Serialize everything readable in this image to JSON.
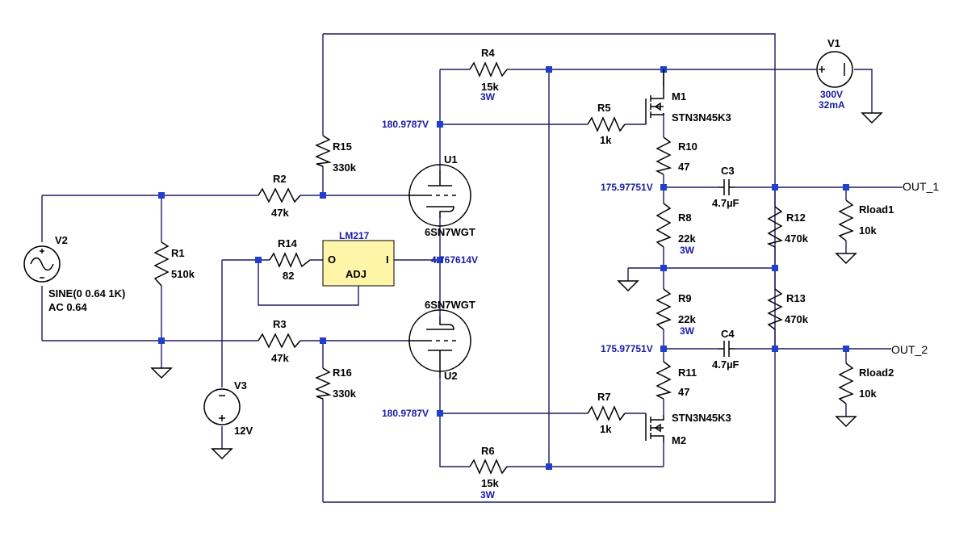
{
  "colors": {
    "wire": "#1b1b60",
    "component": "#000000",
    "junction": "#1f3fcc",
    "annotation": "#1a1aa6",
    "regulator_fill": "#fff5a8"
  },
  "components": {
    "R1": {
      "ref": "R1",
      "value": "510k"
    },
    "R2": {
      "ref": "R2",
      "value": "47k"
    },
    "R3": {
      "ref": "R3",
      "value": "47k"
    },
    "R4": {
      "ref": "R4",
      "value": "15k",
      "power": "3W"
    },
    "R5": {
      "ref": "R5",
      "value": "1k"
    },
    "R6": {
      "ref": "R6",
      "value": "15k",
      "power": "3W"
    },
    "R7": {
      "ref": "R7",
      "value": "1k"
    },
    "R8": {
      "ref": "R8",
      "value": "22k",
      "power": "3W"
    },
    "R9": {
      "ref": "R9",
      "value": "22k",
      "power": "3W"
    },
    "R10": {
      "ref": "R10",
      "value": "47"
    },
    "R11": {
      "ref": "R11",
      "value": "47"
    },
    "R12": {
      "ref": "R12",
      "value": "470k"
    },
    "R13": {
      "ref": "R13",
      "value": "470k"
    },
    "R14": {
      "ref": "R14",
      "value": "82"
    },
    "R15": {
      "ref": "R15",
      "value": "330k"
    },
    "R16": {
      "ref": "R16",
      "value": "330k"
    },
    "Rload1": {
      "ref": "Rload1",
      "value": "10k"
    },
    "Rload2": {
      "ref": "Rload2",
      "value": "10k"
    },
    "C3": {
      "ref": "C3",
      "value": "4.7µF"
    },
    "C4": {
      "ref": "C4",
      "value": "4.7µF"
    },
    "V1": {
      "ref": "V1",
      "value": "300V",
      "current": "32mA"
    },
    "V2": {
      "ref": "V2",
      "value": "SINE(0 0.64 1K)",
      "ac": "AC 0.64"
    },
    "V3": {
      "ref": "V3",
      "value": "12V"
    },
    "U1": {
      "ref": "U1",
      "model": "6SN7WGT"
    },
    "U2": {
      "ref": "U2",
      "model": "6SN7WGT"
    },
    "M1": {
      "ref": "M1",
      "model": "STN3N45K3"
    },
    "M2": {
      "ref": "M2",
      "model": "STN3N45K3"
    },
    "LM217": {
      "ref": "LM217",
      "pin_o": "O",
      "pin_i": "I",
      "pin_adj": "ADJ"
    }
  },
  "node_voltages": {
    "u1_grid_bias": "180.9787V",
    "u2_grid_bias": "180.9787V",
    "cathode": "4.767614V",
    "out1_source": "175.97751V",
    "out2_source": "175.97751V"
  },
  "nets": {
    "out1": "OUT_1",
    "out2": "OUT_2"
  }
}
